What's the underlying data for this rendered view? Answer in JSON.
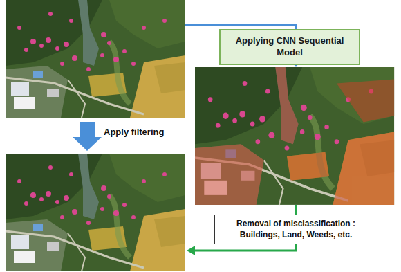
{
  "diagram": {
    "nodes": [
      {
        "text": [
          "Applying CNN Sequential Model"
        ]
      },
      {
        "text": [
          "Removal of misclassification : Buildings, Land, Weeds, etc."
        ]
      }
    ],
    "labels": [
      "Apply filtering"
    ]
  }
}
